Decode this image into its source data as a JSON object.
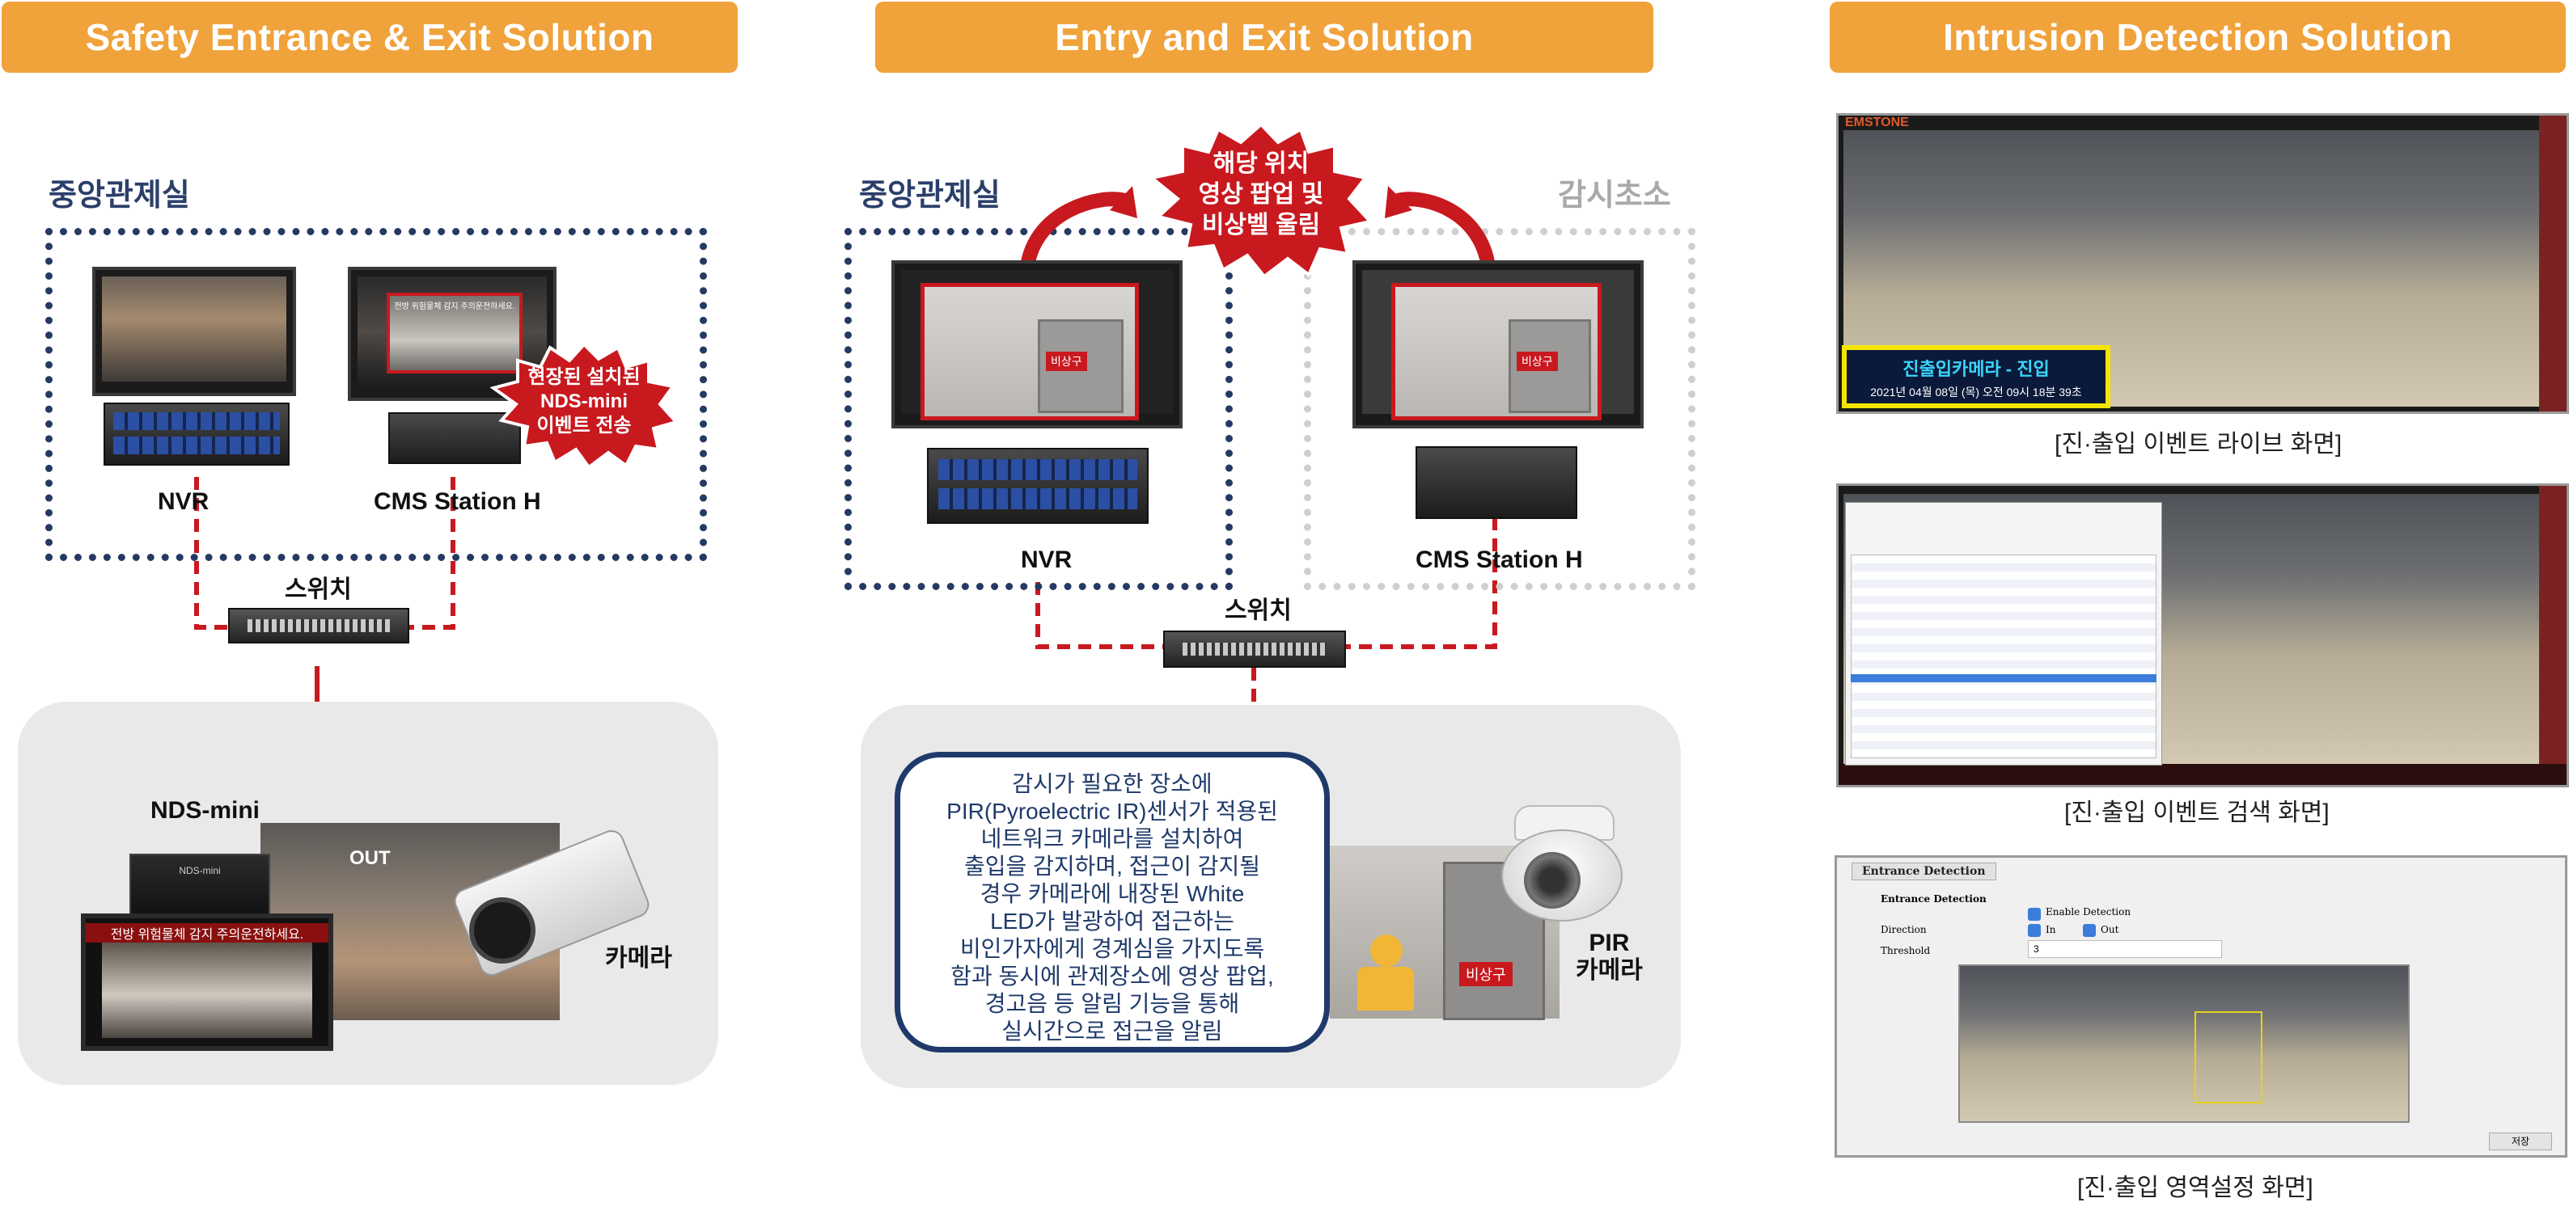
{
  "banners": {
    "left": "Safety Entrance & Exit Solution",
    "middle": "Entry and Exit Solution",
    "right": "Intrusion Detection Solution"
  },
  "left_panel": {
    "room_label": "중앙관제실",
    "nvr_label": "NVR",
    "cms_label": "CMS Station H",
    "switch_label": "스위치",
    "burst_text": [
      "현장된 설치된",
      "NDS-mini",
      "이벤트 전송"
    ],
    "nds_label": "NDS-mini",
    "camera_label": "카메라",
    "cms_screen_text": "전방 위험물체 감지 주의운전하세요.",
    "sign_text": "전방 위험물체 감지 주의운전하세요.",
    "nds_device_text": "NDS-mini",
    "garage_text": "OUT"
  },
  "middle_panel": {
    "room_left": "중앙관제실",
    "room_right": "감시초소",
    "burst_text": [
      "해당 위치",
      "영상 팝업 및",
      "비상벨 울림"
    ],
    "nvr_label": "NVR",
    "cms_label": "CMS Station H",
    "switch_label": "스위치",
    "pir_camera_label": [
      "PIR",
      "카메라"
    ],
    "exit_sign": "비상구",
    "description": [
      "감시가 필요한 장소에",
      "PIR(Pyroelectric IR)센서가 적용된",
      "네트워크 카메라를 설치하여",
      "출입을 감지하며, 접근이 감지될",
      "경우 카메라에 내장된 White",
      "LED가 발광하여 접근하는",
      "비인가자에게 경계심을 가지도록",
      "함과 동시에 관제장소에 영상 팝업,",
      "경고음 등 알림 기능을 통해",
      "실시간으로 접근을 알림"
    ]
  },
  "right_panel": {
    "live_caption": "[진·출입 이벤트 라이브 화면]",
    "search_caption": "[진·출입 이벤트 검색 화면]",
    "setting_caption": "[진·출입 영역설정 화면]",
    "live_overlay_title": "진출입카메라 - 진입",
    "live_overlay_time": "2021년 04월 08일 (목) 오전 09시 18분 39초",
    "live_logo": "EMSTONE",
    "settings": {
      "tab": "Entrance Detection",
      "section": "Entrance Detection",
      "enable": "Enable Detection",
      "direction_label": "Direction",
      "dir_in": "In",
      "dir_out": "Out",
      "threshold_label": "Threshold",
      "threshold_value": "3",
      "save_button": "저장"
    }
  },
  "colors": {
    "banner": "#f0a23b",
    "navy": "#243a63",
    "red_link": "#c8191f",
    "burst": "#c8191f"
  }
}
